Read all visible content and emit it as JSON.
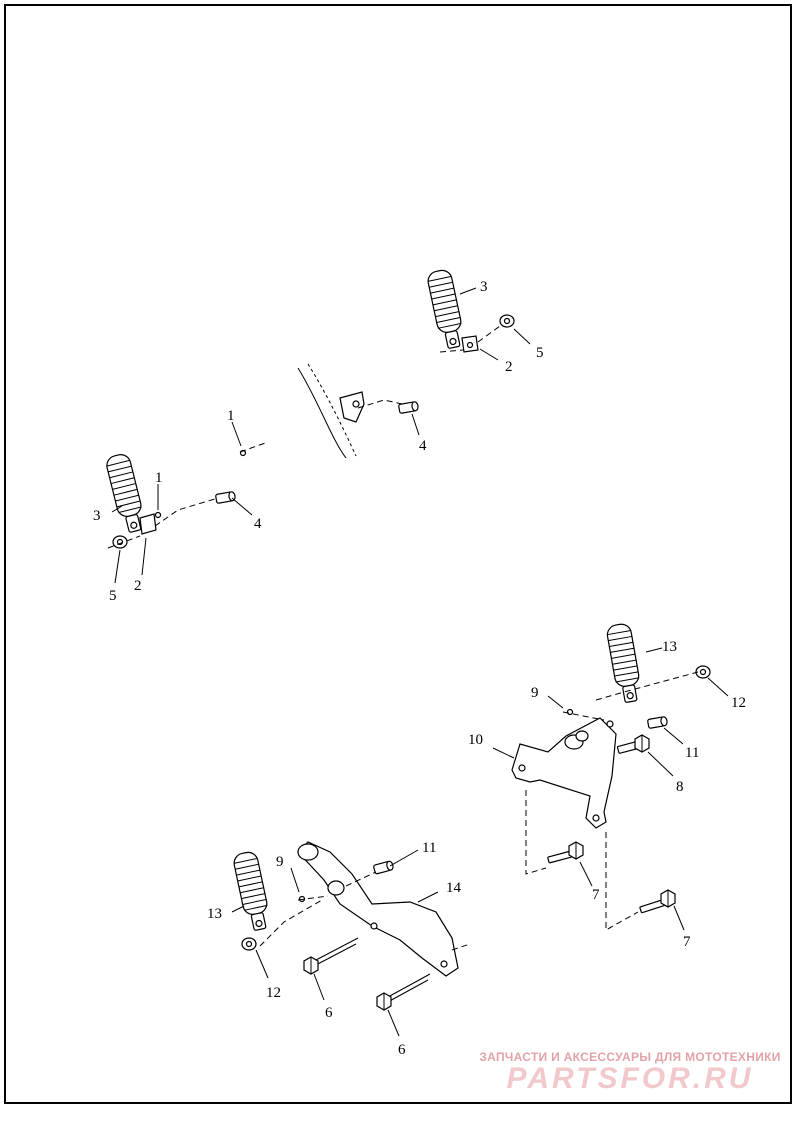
{
  "diagram": {
    "callouts": {
      "c1a": "1",
      "c1b": "1",
      "c2a": "2",
      "c2b": "2",
      "c3a": "3",
      "c3b": "3",
      "c4a": "4",
      "c4b": "4",
      "c5a": "5",
      "c5b": "5",
      "c6a": "6",
      "c6b": "6",
      "c7a": "7",
      "c7b": "7",
      "c8": "8",
      "c9a": "9",
      "c9b": "9",
      "c10": "10",
      "c11a": "11",
      "c11b": "11",
      "c12a": "12",
      "c12b": "12",
      "c13a": "13",
      "c13b": "13",
      "c14": "14"
    }
  },
  "watermark": {
    "tagline": "ЗАПЧАСТИ И АКСЕССУАРЫ ДЛЯ МОТОТЕХНИКИ",
    "logo": "PARTSFOR.RU",
    "color": "#e8a9ae"
  }
}
